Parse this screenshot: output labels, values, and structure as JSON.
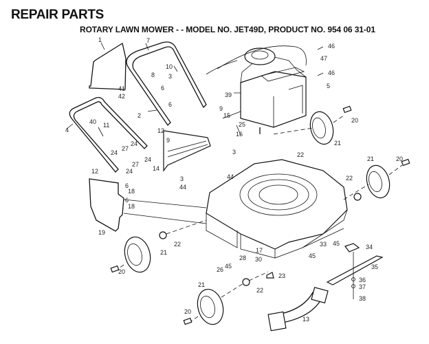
{
  "header": {
    "title": "REPAIR PARTS",
    "subtitle": "ROTARY LAWN MOWER - - MODEL NO. JET49D, PRODUCT NO. 954 06 31-01"
  },
  "diagram": {
    "type": "exploded-parts-diagram",
    "subject": "rotary lawn mower",
    "callouts": [
      {
        "id": "c1",
        "label": "1",
        "part": "handle-panel"
      },
      {
        "id": "c7",
        "label": "7",
        "part": "upper-handle"
      },
      {
        "id": "c10",
        "label": "10",
        "part": "control-bracket"
      },
      {
        "id": "c3a",
        "label": "3",
        "part": "screw"
      },
      {
        "id": "c6a",
        "label": "6",
        "part": "nut"
      },
      {
        "id": "c8",
        "label": "8",
        "part": "handle-clamp"
      },
      {
        "id": "c41",
        "label": "41",
        "part": "handle-knob-bracket"
      },
      {
        "id": "c42",
        "label": "42",
        "part": "bolt"
      },
      {
        "id": "c6b",
        "label": "6",
        "part": "nut"
      },
      {
        "id": "c2",
        "label": "2",
        "part": "cable-clip"
      },
      {
        "id": "c40",
        "label": "40",
        "part": "grip-fastener"
      },
      {
        "id": "c4",
        "label": "4",
        "part": "lower-handle"
      },
      {
        "id": "c11",
        "label": "11",
        "part": "handle-bolt"
      },
      {
        "id": "c12a",
        "label": "12",
        "part": "wing-knob"
      },
      {
        "id": "c9a",
        "label": "9",
        "part": "bolt"
      },
      {
        "id": "c24a",
        "label": "24",
        "part": "washer"
      },
      {
        "id": "c27a",
        "label": "27",
        "part": "washer"
      },
      {
        "id": "c24b",
        "label": "24",
        "part": "washer"
      },
      {
        "id": "c27b",
        "label": "27",
        "part": "washer"
      },
      {
        "id": "c24c",
        "label": "24",
        "part": "washer"
      },
      {
        "id": "c24d",
        "label": "24",
        "part": "washer"
      },
      {
        "id": "c12b",
        "label": "12",
        "part": "wing-knob"
      },
      {
        "id": "c14",
        "label": "14",
        "part": "rear-flap"
      },
      {
        "id": "c9b",
        "label": "9",
        "part": "bolt"
      },
      {
        "id": "c15",
        "label": "15",
        "part": "screw"
      },
      {
        "id": "c25",
        "label": "25",
        "part": "height-adjuster-rod"
      },
      {
        "id": "c16",
        "label": "16",
        "part": "nut"
      },
      {
        "id": "c39",
        "label": "39",
        "part": "engine"
      },
      {
        "id": "c46a",
        "label": "46",
        "part": "screw"
      },
      {
        "id": "c47",
        "label": "47",
        "part": "clip"
      },
      {
        "id": "c46b",
        "label": "46",
        "part": "screw"
      },
      {
        "id": "c5",
        "label": "5",
        "part": "bracket"
      },
      {
        "id": "c20a",
        "label": "20",
        "part": "wheel-bolt"
      },
      {
        "id": "c21a",
        "label": "21",
        "part": "wheel"
      },
      {
        "id": "c22a",
        "label": "22",
        "part": "wheel-spacer"
      },
      {
        "id": "c3b",
        "label": "3",
        "part": "screw"
      },
      {
        "id": "c44a",
        "label": "44",
        "part": "hinge-bracket"
      },
      {
        "id": "c3c",
        "label": "3",
        "part": "screw"
      },
      {
        "id": "c44b",
        "label": "44",
        "part": "hinge-bracket"
      },
      {
        "id": "c21b",
        "label": "21",
        "part": "wheel"
      },
      {
        "id": "c20b",
        "label": "20",
        "part": "wheel-bolt"
      },
      {
        "id": "c22b",
        "label": "22",
        "part": "wheel-spacer"
      },
      {
        "id": "c6c",
        "label": "6",
        "part": "nut"
      },
      {
        "id": "c18a",
        "label": "18",
        "part": "washer"
      },
      {
        "id": "c6d",
        "label": "6",
        "part": "nut"
      },
      {
        "id": "c18b",
        "label": "18",
        "part": "washer"
      },
      {
        "id": "c19",
        "label": "19",
        "part": "grass-deflector"
      },
      {
        "id": "c22c",
        "label": "22",
        "part": "wheel-spacer"
      },
      {
        "id": "c21c",
        "label": "21",
        "part": "wheel"
      },
      {
        "id": "c20c",
        "label": "20",
        "part": "wheel-bolt"
      },
      {
        "id": "c33",
        "label": "33",
        "part": "deck-skirt"
      },
      {
        "id": "c45a",
        "label": "45",
        "part": "nut"
      },
      {
        "id": "c45b",
        "label": "45",
        "part": "nut"
      },
      {
        "id": "c28",
        "label": "28",
        "part": "bolt"
      },
      {
        "id": "c17",
        "label": "17",
        "part": "washer"
      },
      {
        "id": "c30",
        "label": "30",
        "part": "bolt"
      },
      {
        "id": "c26",
        "label": "26",
        "part": "nut"
      },
      {
        "id": "c45c",
        "label": "45",
        "part": "nut"
      },
      {
        "id": "c23",
        "label": "23",
        "part": "tag"
      },
      {
        "id": "c34",
        "label": "34",
        "part": "blade-adapter"
      },
      {
        "id": "c35",
        "label": "35",
        "part": "blade"
      },
      {
        "id": "c36",
        "label": "36",
        "part": "washer"
      },
      {
        "id": "c37",
        "label": "37",
        "part": "lock-washer"
      },
      {
        "id": "c38",
        "label": "38",
        "part": "blade-bolt"
      },
      {
        "id": "c22d",
        "label": "22",
        "part": "wheel-spacer"
      },
      {
        "id": "c21d",
        "label": "21",
        "part": "wheel"
      },
      {
        "id": "c20d",
        "label": "20",
        "part": "wheel-bolt"
      },
      {
        "id": "c13",
        "label": "13",
        "part": "rear-discharge-chute"
      }
    ]
  }
}
